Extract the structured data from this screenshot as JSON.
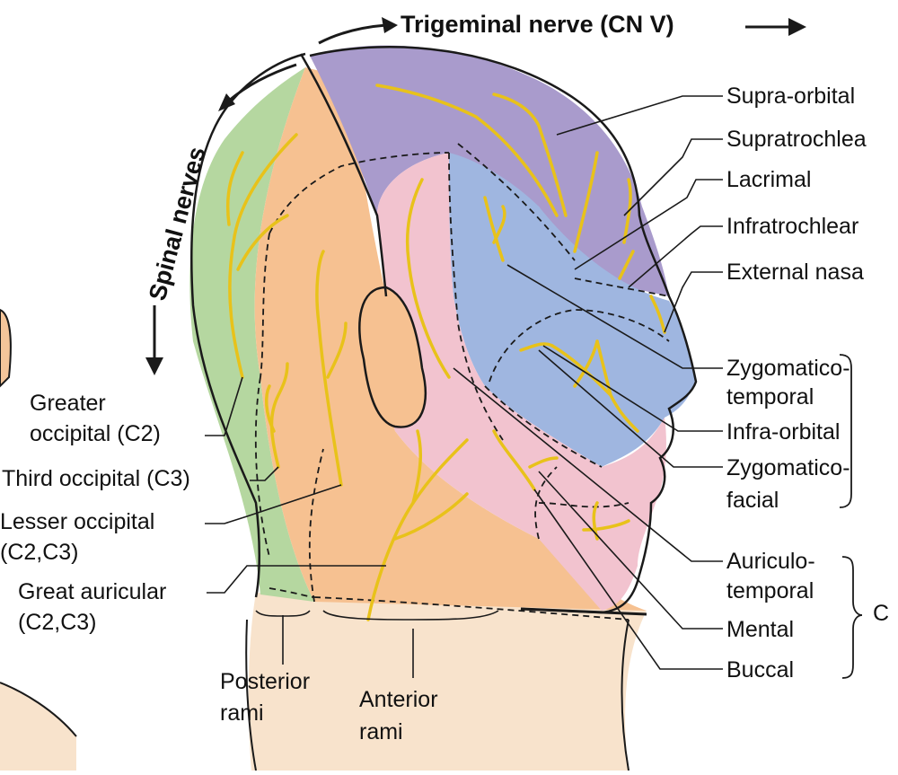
{
  "figure": {
    "title": "Trigeminal nerve (CN V)",
    "side_heading": "Spinal nerves",
    "colors": {
      "ophthalmic_region": "#a99bcc",
      "maxillary_region": "#9fb6e0",
      "mandibular_region": "#f2c3cf",
      "spinal_posterior_region": "#b5d7a0",
      "spinal_anterior_region": "#f6c191",
      "neck": "#f8e3cc",
      "nerve": "#e8c21a",
      "outline": "#1a1a1a"
    }
  },
  "labels": {
    "supra_orbital": "Supra-orbital",
    "supratrochlear": "Supratrochlea",
    "lacrimal": "Lacrimal",
    "infratrochlear": "Infratrochlear",
    "external_nasal": "External nasa",
    "zygomaticotemporal_1": "Zygomatico-",
    "zygomaticotemporal_2": "temporal",
    "infra_orbital": "Infra-orbital",
    "zygomaticofacial_1": "Zygomatico-",
    "zygomaticofacial_2": "facial",
    "auriculotemporal_1": "Auriculo-",
    "auriculotemporal_2": "temporal",
    "mental": "Mental",
    "buccal": "Buccal",
    "bracket_c": "C",
    "greater_occipital_1": "Greater",
    "greater_occipital_2": "occipital (C2)",
    "third_occipital": "Third occipital (C3)",
    "lesser_occipital_1": "Lesser occipital",
    "lesser_occipital_2": "(C2,C3)",
    "great_auricular_1": "Great auricular",
    "great_auricular_2": "(C2,C3)",
    "posterior_rami_1": "Posterior",
    "posterior_rami_2": "rami",
    "anterior_rami_1": "Anterior",
    "anterior_rami_2": "rami"
  }
}
